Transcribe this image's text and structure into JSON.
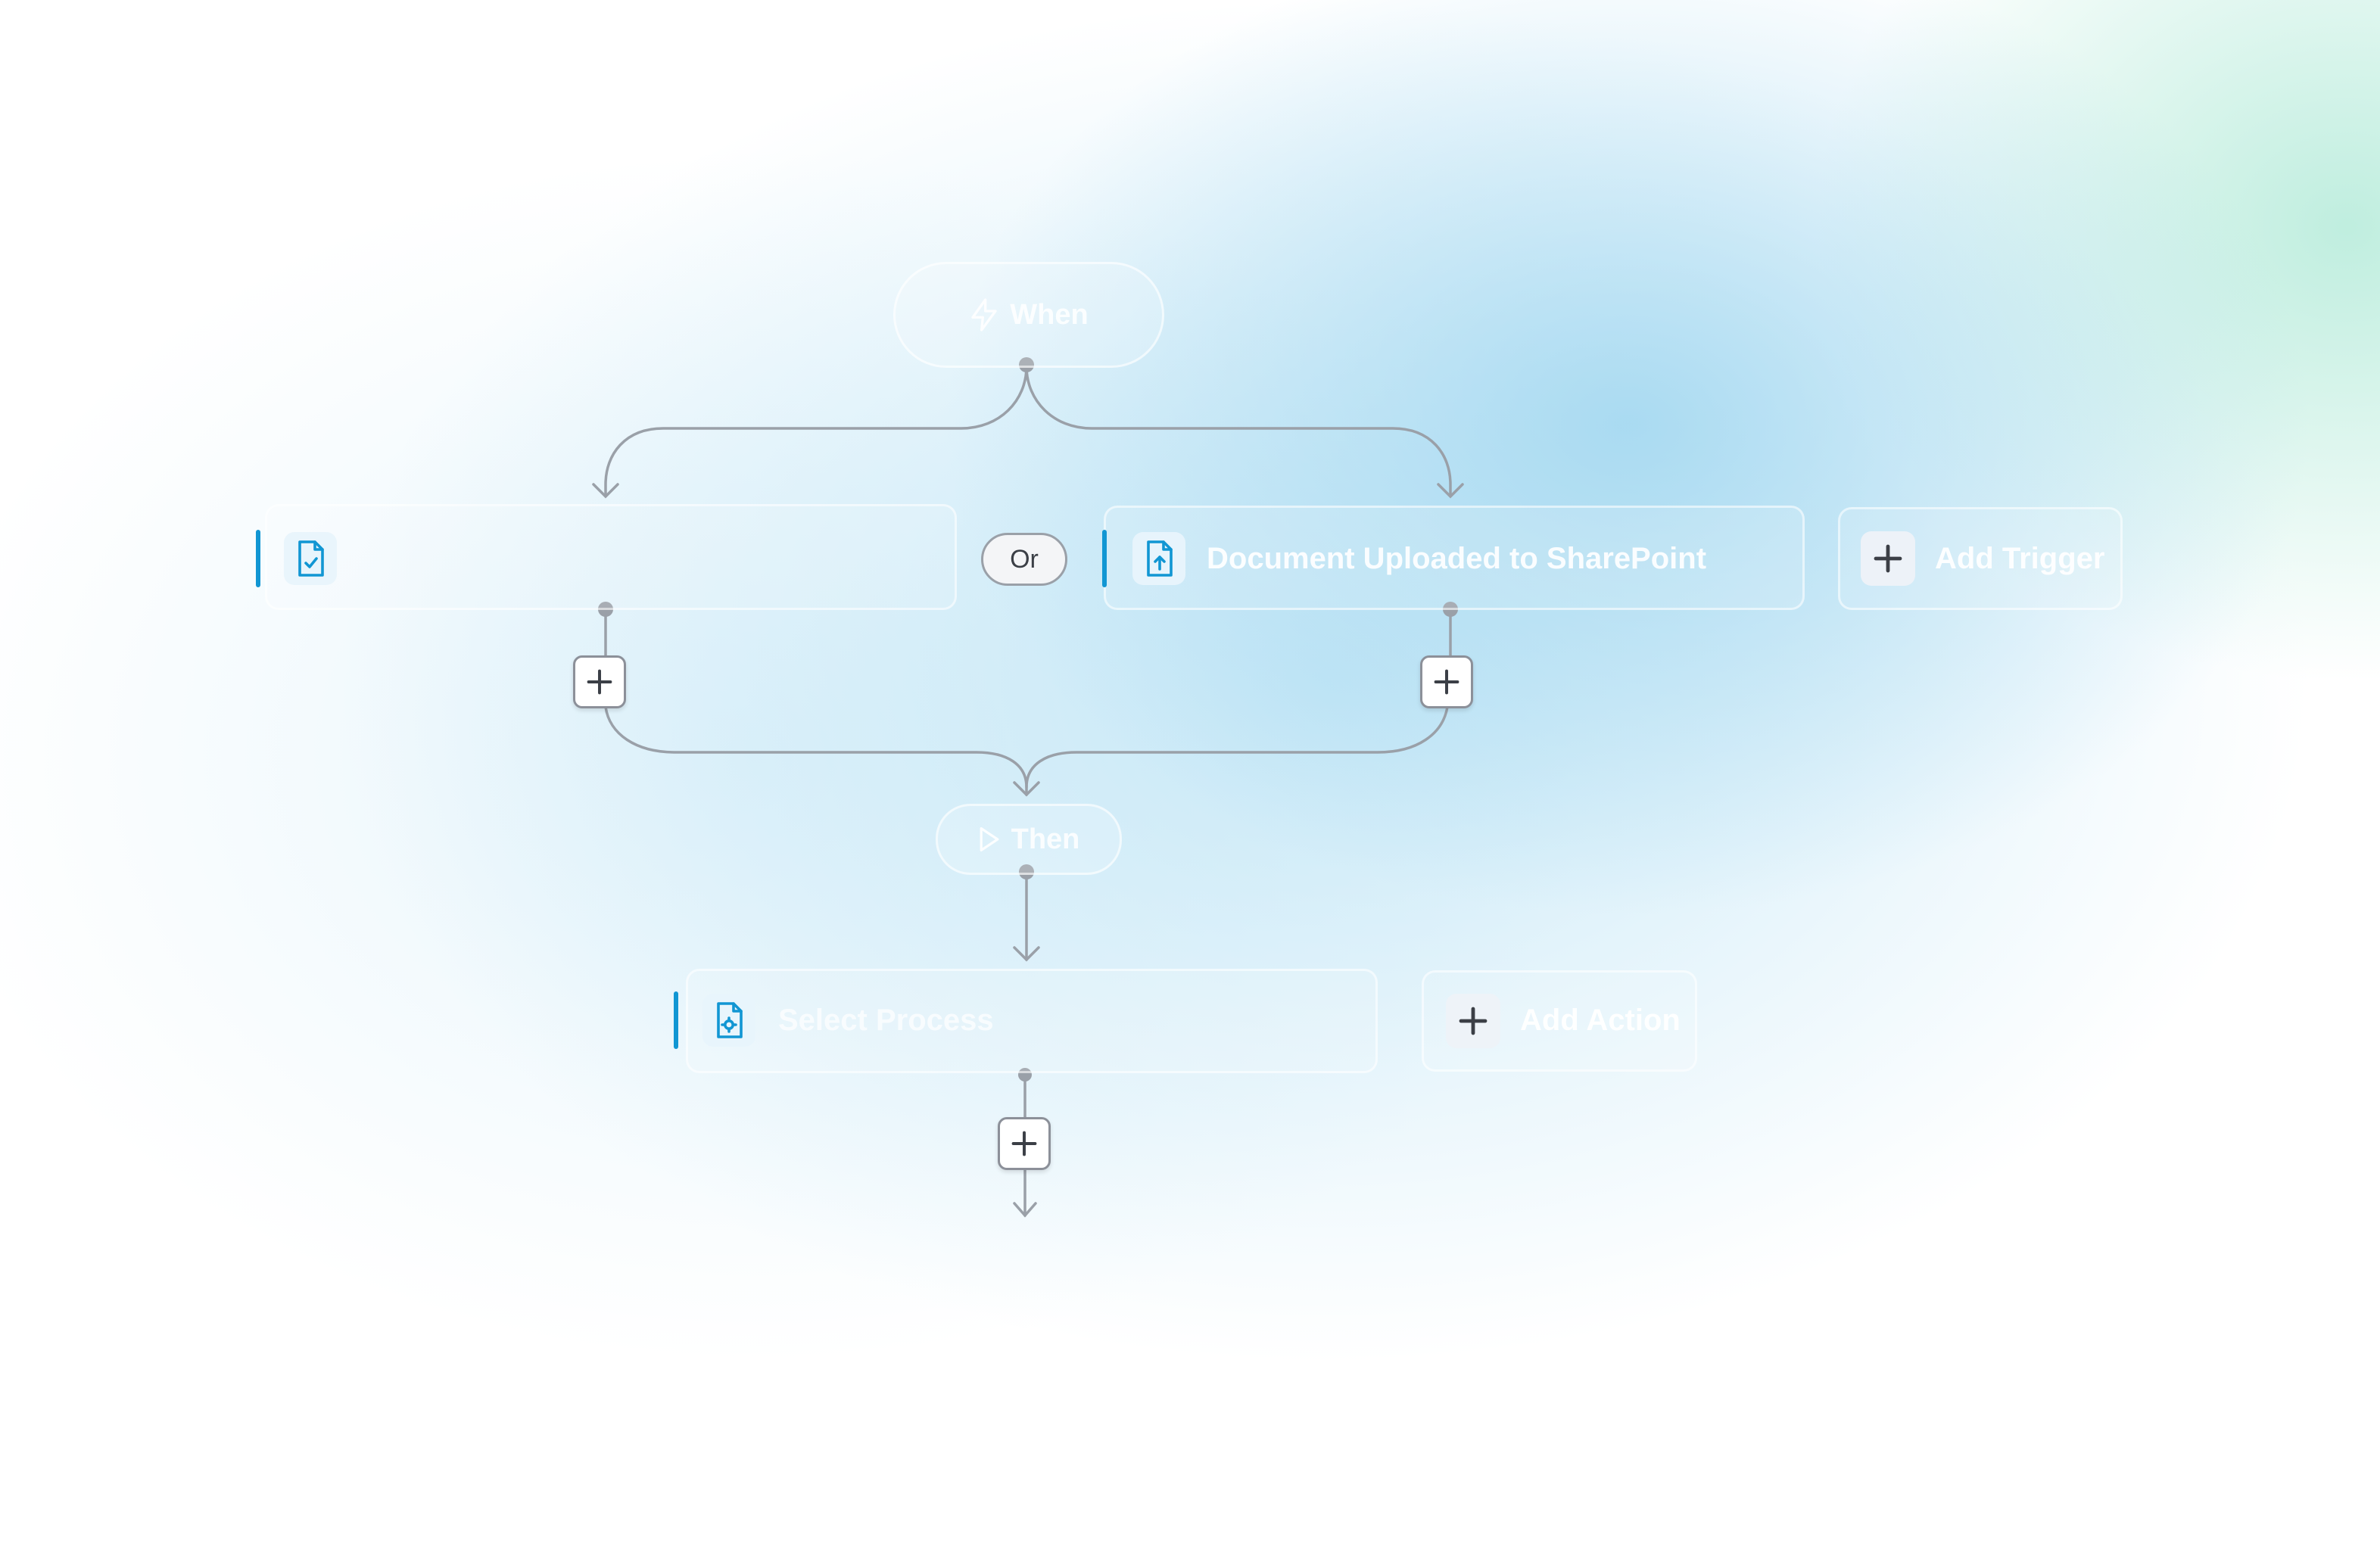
{
  "flow": {
    "when_label": "When",
    "or_label": "Or",
    "then_label": "Then",
    "triggers": [
      {
        "label": "",
        "icon": "file-check-icon"
      },
      {
        "label": "Document Uploaded to SharePoint",
        "icon": "file-upload-icon"
      }
    ],
    "add_trigger_label": "Add Trigger",
    "actions": [
      {
        "label": "Select Process",
        "icon": "file-gear-icon"
      }
    ],
    "add_action_label": "Add Action"
  },
  "colors": {
    "accent": "#1196d3",
    "connector": "#9aa0a8",
    "plus_dark": "#3b3f46"
  }
}
